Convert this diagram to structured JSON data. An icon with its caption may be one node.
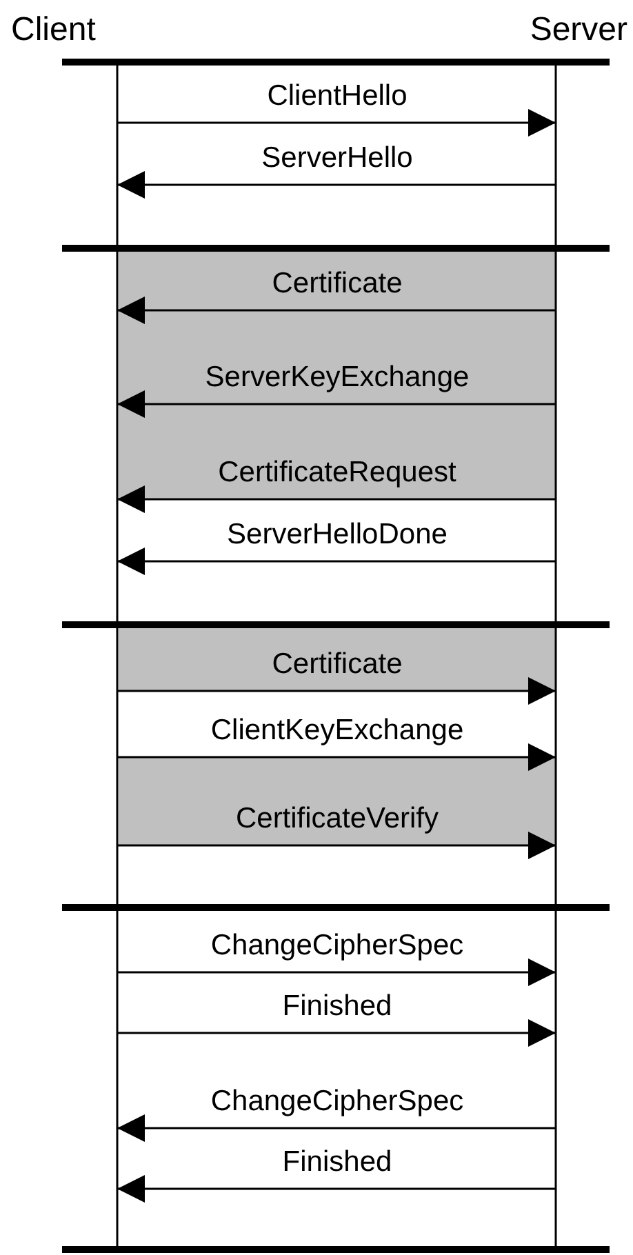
{
  "diagram": {
    "nodes": [
      {
        "text": [
          "Client"
        ]
      },
      {
        "text": [
          "Server"
        ]
      }
    ],
    "edges": [
      {
        "from": 0,
        "to": 1,
        "arrow": "to",
        "label": "ClientHello"
      },
      {
        "from": 1,
        "to": 0,
        "arrow": "to",
        "label": "ServerHello"
      },
      {
        "from": 1,
        "to": 0,
        "arrow": "to",
        "label": "Certificate"
      },
      {
        "from": 1,
        "to": 0,
        "arrow": "to",
        "label": "ServerKeyExchange"
      },
      {
        "from": 1,
        "to": 0,
        "arrow": "to",
        "label": "CertificateRequest"
      },
      {
        "from": 1,
        "to": 0,
        "arrow": "to",
        "label": "ServerHelloDone"
      },
      {
        "from": 0,
        "to": 1,
        "arrow": "to",
        "label": "Certificate"
      },
      {
        "from": 0,
        "to": 1,
        "arrow": "to",
        "label": "ClientKeyExchange"
      },
      {
        "from": 0,
        "to": 1,
        "arrow": "to",
        "label": "CertificateVerify"
      },
      {
        "from": 0,
        "to": 1,
        "arrow": "to",
        "label": "ChangeCipherSpec"
      },
      {
        "from": 0,
        "to": 1,
        "arrow": "to",
        "label": "Finished"
      },
      {
        "from": 1,
        "to": 0,
        "arrow": "to",
        "label": "ChangeCipherSpec"
      },
      {
        "from": 1,
        "to": 0,
        "arrow": "to",
        "label": "Finished"
      }
    ]
  }
}
